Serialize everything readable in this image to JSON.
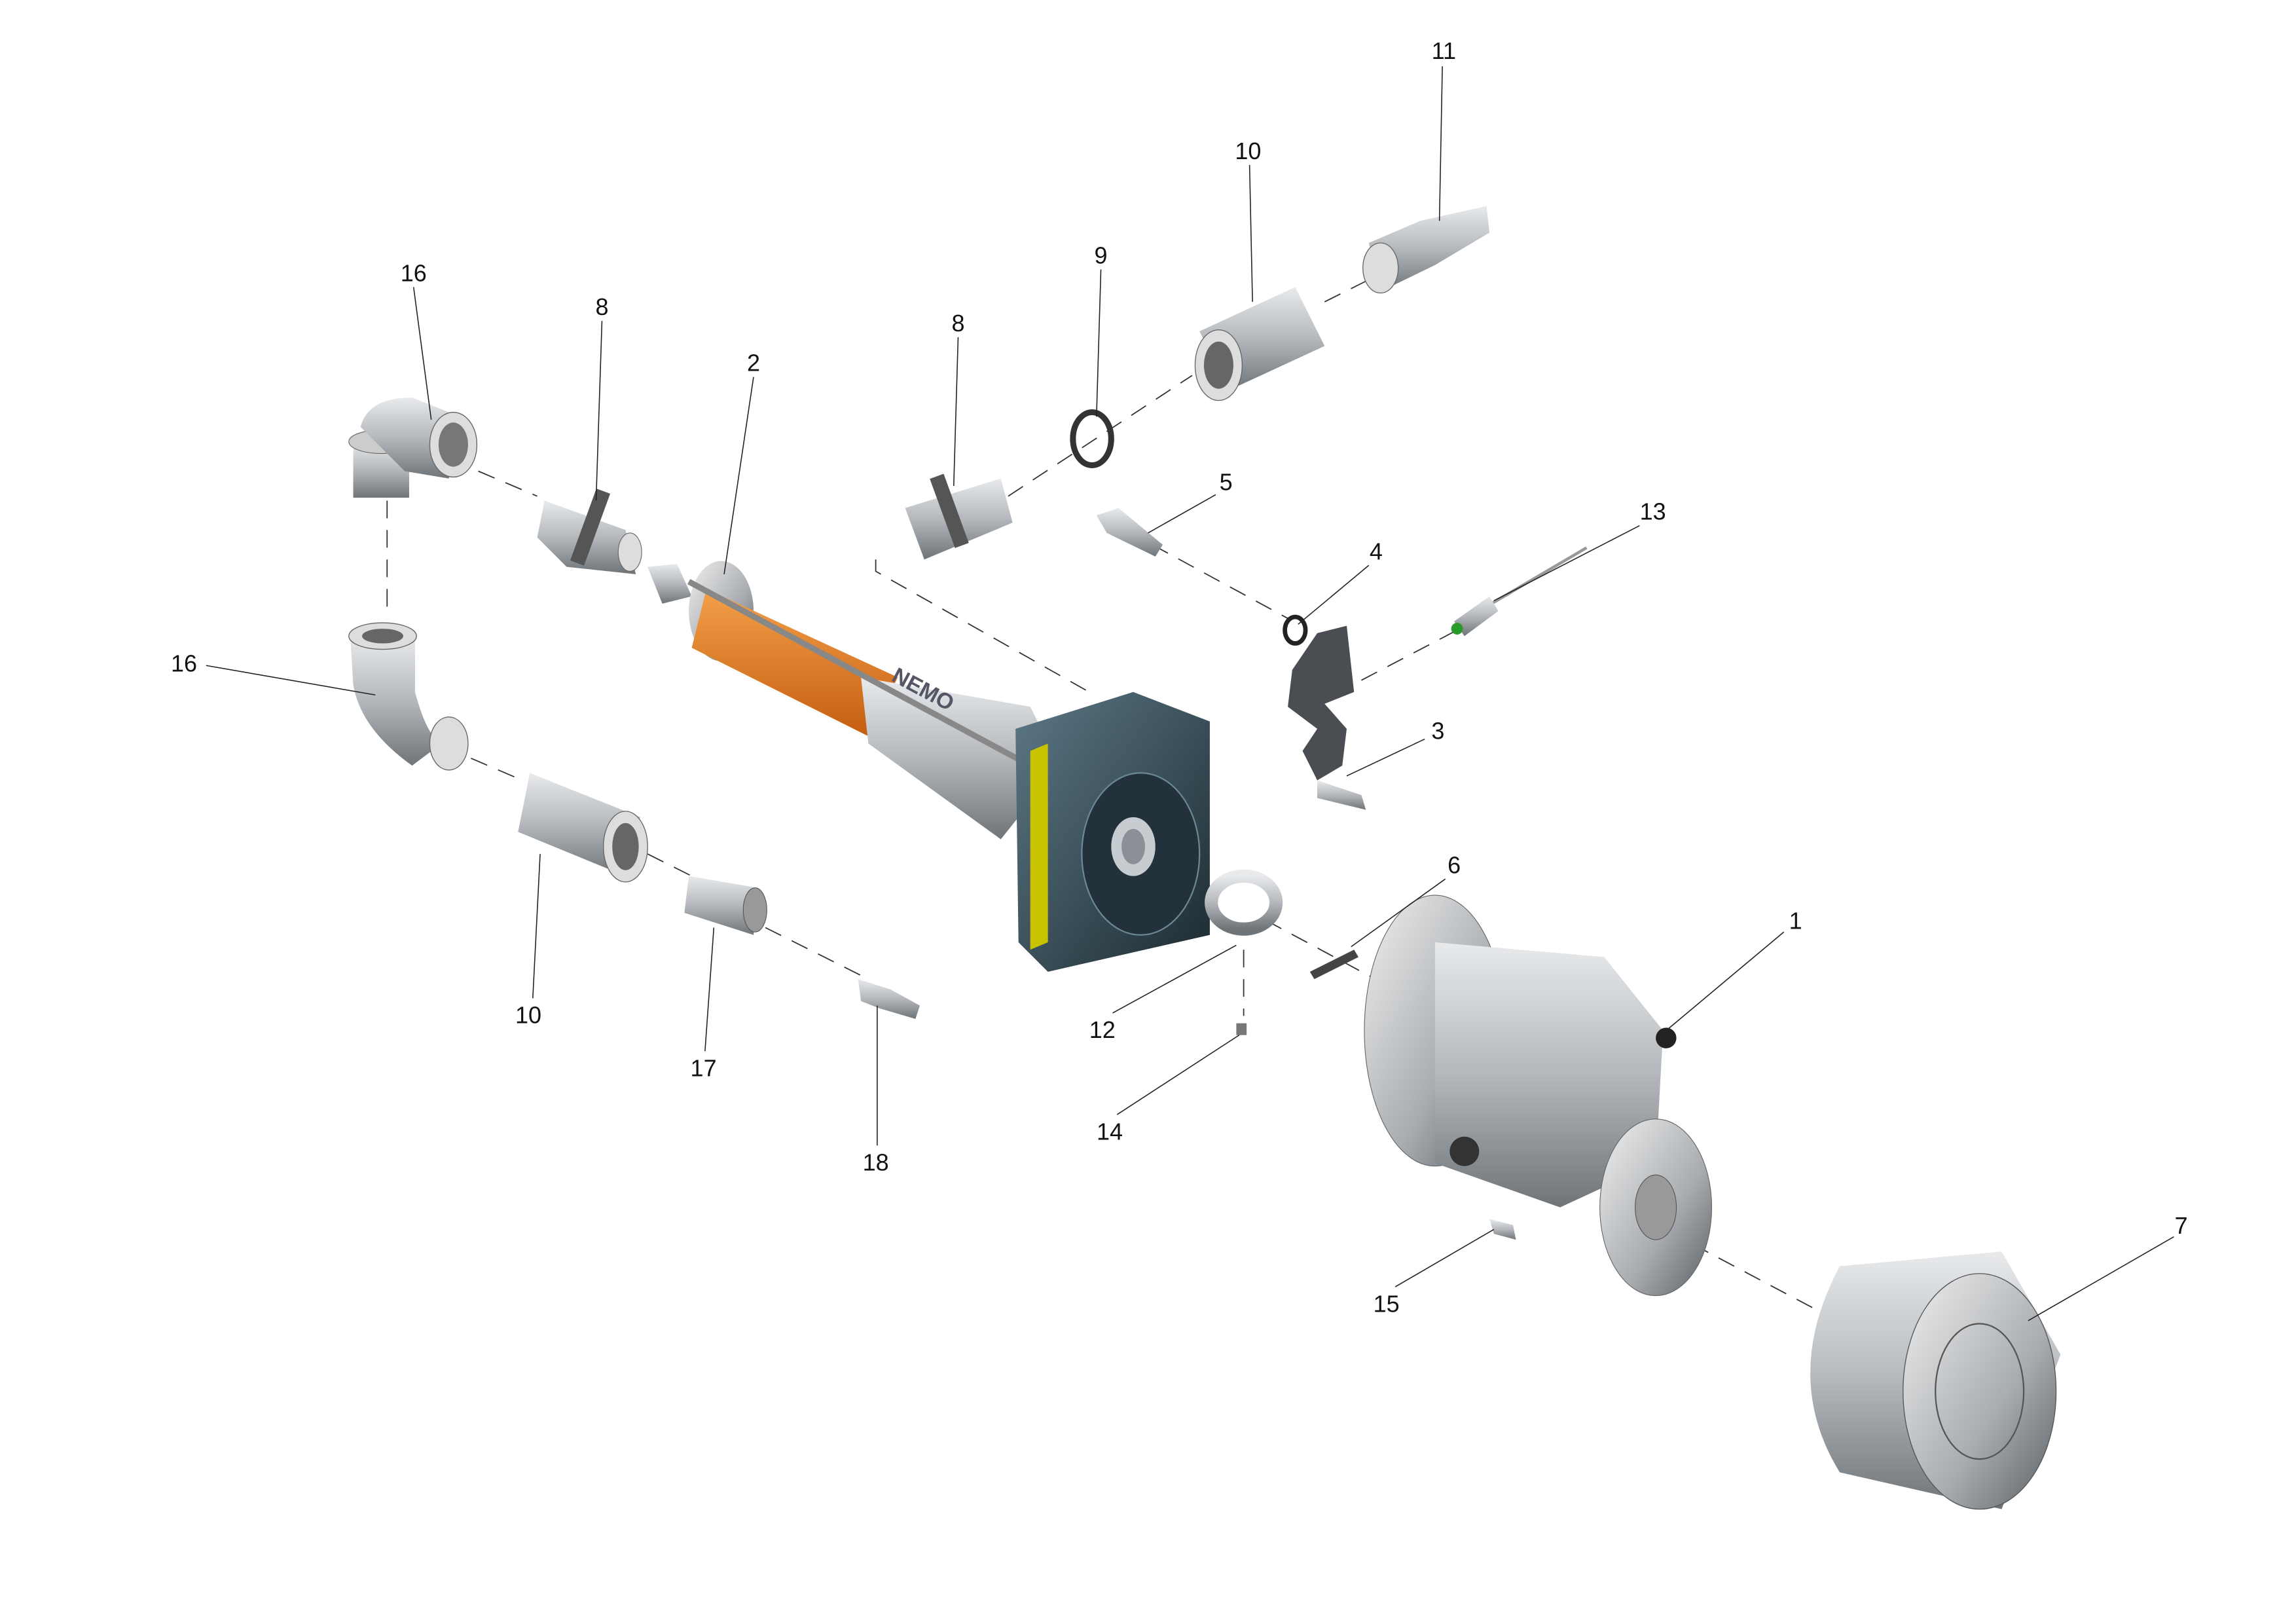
{
  "diagram": {
    "type": "exploded-view",
    "brand_logo_text": "NEMO",
    "colors": {
      "metal": "#b8bcc0",
      "housing": "#2a3a42",
      "rotor": "#e07a1e",
      "seal": "#d8d000",
      "sensor_tip": "#2a9a2a"
    },
    "callouts": [
      "1",
      "2",
      "3",
      "4",
      "5",
      "6",
      "7",
      "8",
      "8",
      "9",
      "10",
      "10",
      "11",
      "12",
      "13",
      "14",
      "15",
      "16",
      "16",
      "17",
      "18"
    ]
  }
}
